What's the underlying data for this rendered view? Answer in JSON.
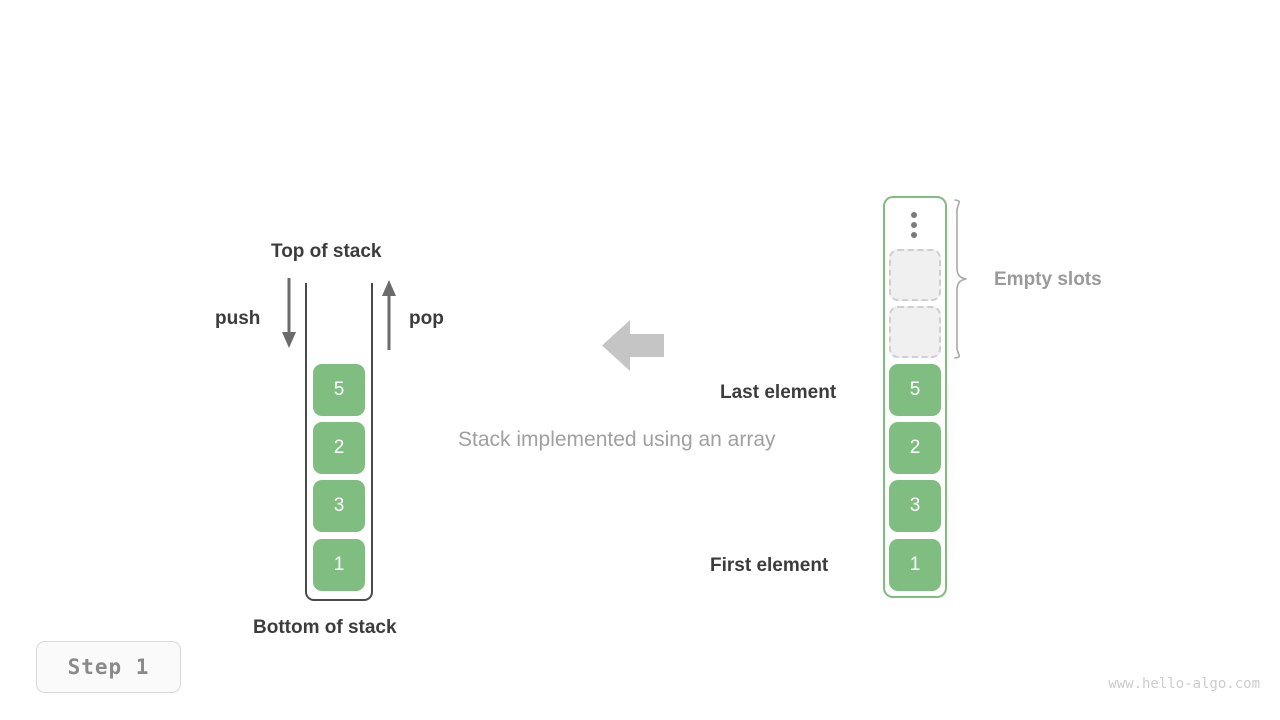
{
  "diagram": {
    "caption": "Stack implemented using an array",
    "step_badge": "Step  1",
    "watermark": "www.hello-algo.com",
    "colors": {
      "element_fill": "#80bd80",
      "element_text": "#ffffff",
      "empty_slot_fill": "#f0f0f0",
      "empty_slot_border": "#cfcfcf",
      "stack_wall": "#4a4a4a",
      "array_border": "#80bd80",
      "label_dark": "#3c3c3c",
      "label_gray": "#9a9a9a",
      "caption_gray": "#a0a0a0",
      "arrow_gray": "#6b6b6b",
      "big_arrow_gray": "#c5c5c5"
    }
  },
  "left_stack": {
    "top_label": "Top of stack",
    "bottom_label": "Bottom of stack",
    "push_label": "push",
    "pop_label": "pop",
    "push_icon": "arrow-down-icon",
    "pop_icon": "arrow-up-icon",
    "elements": [
      {
        "value": "5"
      },
      {
        "value": "2"
      },
      {
        "value": "3"
      },
      {
        "value": "1"
      }
    ]
  },
  "transform_arrow": {
    "icon": "arrow-left-icon"
  },
  "right_array": {
    "overflow_icon": "vertical-ellipsis-icon",
    "empty_slots_label": "Empty slots",
    "brace_icon": "curly-brace-icon",
    "last_element_label": "Last element",
    "first_element_label": "First element",
    "empty_slot_count": 2,
    "elements": [
      {
        "value": "5"
      },
      {
        "value": "2"
      },
      {
        "value": "3"
      },
      {
        "value": "1"
      }
    ]
  },
  "chart_data": {
    "type": "diagram",
    "title": "Stack implemented using an array",
    "stack_top_to_bottom": [
      "5",
      "2",
      "3",
      "1"
    ],
    "array_low_to_high_index": [
      "1",
      "3",
      "2",
      "5"
    ],
    "array_empty_slots": 2,
    "operations": [
      "push",
      "pop"
    ]
  }
}
